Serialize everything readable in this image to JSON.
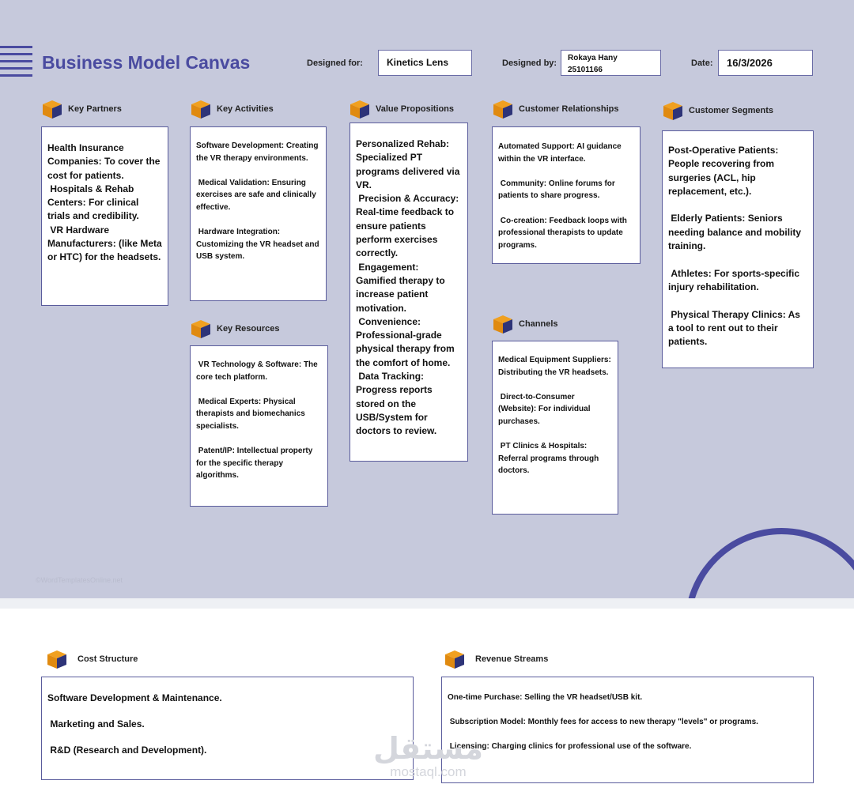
{
  "header": {
    "title": "Business Model Canvas",
    "designed_for_label": "Designed for:",
    "designed_for_value": "Kinetics Lens",
    "designed_by_label": "Designed by:",
    "designed_by_value": "Rokaya Hany\n25101166",
    "date_label": "Date:",
    "date_value": "16/3/2026"
  },
  "sections": {
    "key_partners": {
      "label": "Key Partners",
      "text": "Health Insurance Companies: To cover the cost for patients.\n Hospitals & Rehab Centers: For clinical trials and credibility.\n VR Hardware Manufacturers: (like Meta or HTC) for the headsets."
    },
    "key_activities": {
      "label": "Key Activities",
      "text": "Software Development: Creating the VR therapy environments.\n\n Medical Validation: Ensuring exercises are safe and clinically effective.\n\n Hardware Integration: Customizing the VR headset and USB system."
    },
    "key_resources": {
      "label": "Key Resources",
      "text": " VR Technology & Software: The core tech platform.\n\n Medical Experts: Physical therapists and biomechanics specialists.\n\n Patent/IP: Intellectual property for the specific therapy algorithms."
    },
    "value_propositions": {
      "label": "Value Propositions",
      "text": "Personalized Rehab: Specialized PT programs delivered via VR.\n Precision & Accuracy: Real-time feedback to ensure patients perform exercises correctly.\n Engagement: Gamified therapy to increase patient motivation.\n Convenience: Professional-grade physical therapy from the comfort of home.\n Data Tracking: Progress reports stored on the USB/System for doctors to review."
    },
    "customer_relationships": {
      "label": "Customer Relationships",
      "text": "Automated Support: AI guidance within the VR interface.\n\n Community: Online forums for patients to share progress.\n\n Co-creation: Feedback loops with professional therapists to update programs."
    },
    "channels": {
      "label": "Channels",
      "text": "Medical Equipment Suppliers: Distributing the VR headsets.\n\n Direct-to-Consumer (Website): For individual purchases.\n\n PT Clinics & Hospitals: Referral programs through doctors."
    },
    "customer_segments": {
      "label": "Customer Segments",
      "text": "Post-Operative Patients: People recovering from surgeries (ACL, hip replacement, etc.).\n\n Elderly Patients: Seniors needing balance and mobility training.\n\n Athletes: For sports-specific injury rehabilitation.\n\n Physical Therapy Clinics: As a tool to rent out to their patients."
    },
    "cost_structure": {
      "label": "Cost Structure",
      "text": "Software Development & Maintenance.\n\n Marketing and Sales.\n\n R&D (Research and Development)."
    },
    "revenue_streams": {
      "label": "Revenue Streams",
      "text": "One-time Purchase: Selling the VR headset/USB kit.\n\n Subscription Model: Monthly fees for access to new therapy \"levels\" or programs.\n\n Licensing: Charging clinics for professional use of the software."
    }
  },
  "footer": {
    "watermark": "©WordTemplatesOnline.net",
    "brand_arabic": "مستقل",
    "brand_latin": "mostaql.com"
  },
  "colors": {
    "band": "#c6c9dc",
    "accent": "#4a4ba0",
    "cube_orange": "#f0a020",
    "cube_navy": "#2e3478"
  },
  "icons": {
    "section": "cube-icon",
    "menu": "menu-lines-icon"
  }
}
